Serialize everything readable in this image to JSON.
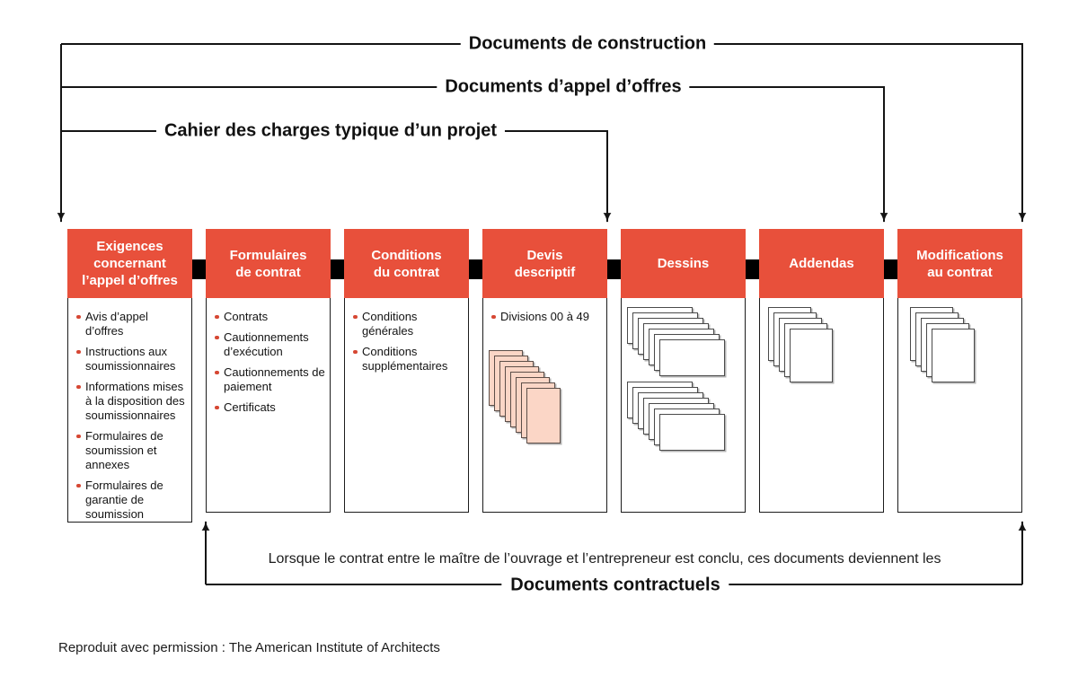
{
  "figure": {
    "top_labels": [
      {
        "text": "Documents de construction"
      },
      {
        "text": "Documents d’appel d’offres"
      },
      {
        "text": "Cahier des charges typique d’un projet"
      }
    ],
    "columns": [
      {
        "title": "Exigences\nconcernant\nl’appel d’offres",
        "items": [
          "Avis d’appel d’offres",
          "Instructions aux soumissionnaires",
          "Informations mises à la disposition des soumissionnaires",
          "Formulaires de soumission et annexes",
          "Formulaires de garantie de soumission"
        ]
      },
      {
        "title": "Formulaires\nde contrat",
        "items": [
          "Contrats",
          "Cautionnements d’exécution",
          "Cautionnements de paiement",
          "Certificats"
        ]
      },
      {
        "title": "Conditions\ndu contrat",
        "items": [
          "Conditions générales",
          "Conditions supplémentaires"
        ]
      },
      {
        "title": "Devis\ndescriptif",
        "items": [
          "Divisions 00 à 49"
        ],
        "icon": "pink-document-stack"
      },
      {
        "title": "Dessins",
        "items": [],
        "icon": "two-landscape-document-stacks"
      },
      {
        "title": "Addendas",
        "items": [],
        "icon": "portrait-document-stack"
      },
      {
        "title": "Modifications\nau contrat",
        "items": [],
        "icon": "portrait-document-stack"
      }
    ],
    "bottom": {
      "sentence": "Lorsque le contrat entre le maître de l’ouvrage et l’entrepreneur est conclu, ces documents deviennent les",
      "label": "Documents contractuels"
    },
    "credit": "Reproduit avec permission : The American Institute of Architects",
    "colors": {
      "header_red": "#E8503B",
      "page_pink": "#FBD6C6",
      "bullet_red": "#D64733",
      "line_black": "#141414"
    }
  }
}
